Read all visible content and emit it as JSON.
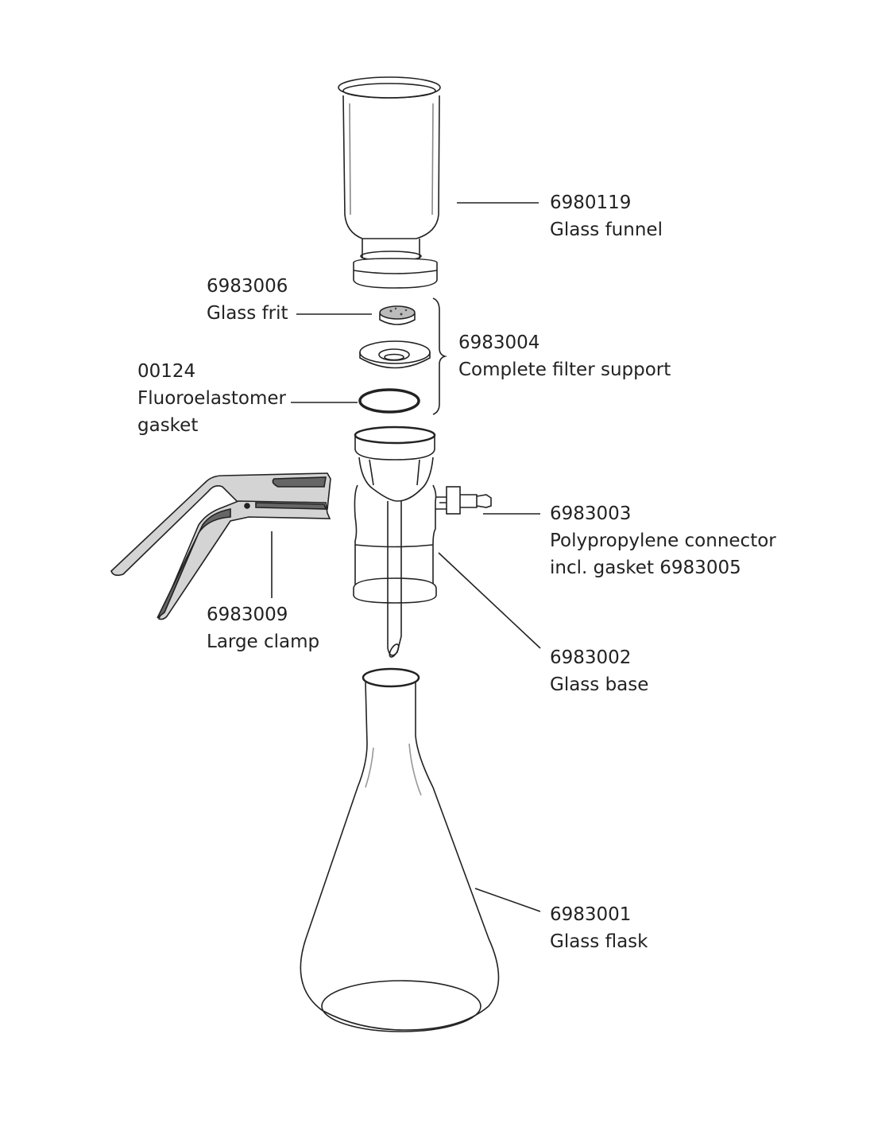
{
  "title": "Filter holder parts diagram",
  "parts": {
    "funnel": {
      "number": "6980119",
      "name": "Glass funnel"
    },
    "frit": {
      "number": "6983006",
      "name": "Glass frit"
    },
    "filter_support": {
      "number": "6983004",
      "name": "Complete filter support"
    },
    "gasket": {
      "number": "00124",
      "name_line1": "Fluoroelastomer",
      "name_line2": "gasket"
    },
    "connector": {
      "number": "6983003",
      "name_line1": "Polypropylene connector",
      "name_line2": "incl. gasket 6983005"
    },
    "clamp": {
      "number": "6983009",
      "name": "Large clamp"
    },
    "base": {
      "number": "6983002",
      "name": "Glass base"
    },
    "flask": {
      "number": "6983001",
      "name": "Glass flask"
    }
  },
  "colors": {
    "line": "#222222",
    "clamp_light": "#d4d4d4",
    "clamp_dark": "#666666"
  }
}
